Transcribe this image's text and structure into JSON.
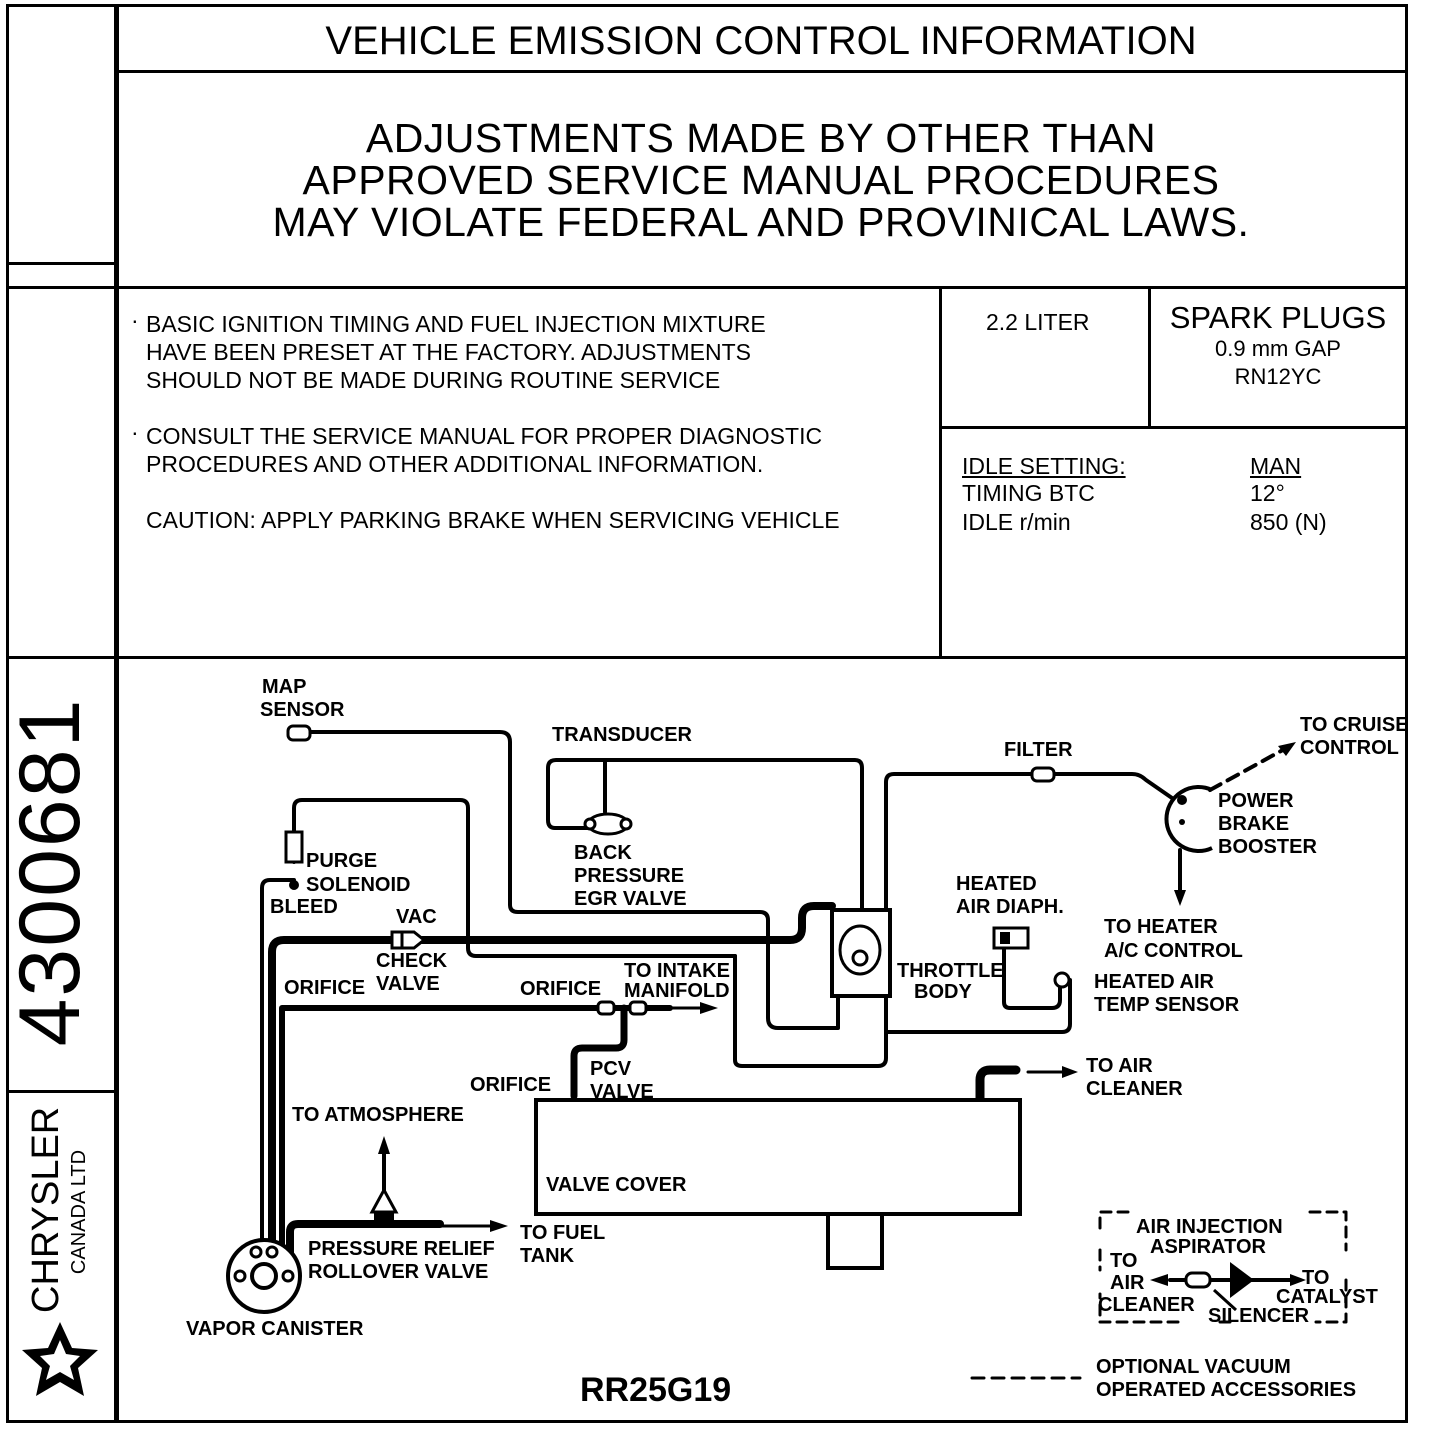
{
  "title": "VEHICLE EMISSION CONTROL INFORMATION",
  "warning": {
    "line1": "ADJUSTMENTS MADE BY OTHER THAN",
    "line2": "APPROVED SERVICE MANUAL PROCEDURES",
    "line3": "MAY VIOLATE FEDERAL AND PROVINICAL LAWS."
  },
  "notes": {
    "bullet1": [
      "BASIC IGNITION TIMING AND FUEL INJECTION MIXTURE",
      "HAVE BEEN PRESET AT THE FACTORY. ADJUSTMENTS",
      "SHOULD NOT BE MADE DURING ROUTINE SERVICE"
    ],
    "bullet2": [
      "CONSULT THE SERVICE MANUAL FOR PROPER DIAGNOSTIC",
      "PROCEDURES AND OTHER ADDITIONAL INFORMATION."
    ],
    "caution": "CAUTION: APPLY PARKING BRAKE WHEN SERVICING VEHICLE"
  },
  "engine": {
    "displacement": "2.2 LITER"
  },
  "spark_plugs": {
    "title": "SPARK PLUGS",
    "gap": "0.9 mm GAP",
    "plug": "RN12YC"
  },
  "idle": {
    "heading": "IDLE SETTING:",
    "column": "MAN",
    "rows": [
      {
        "label": "TIMING BTC",
        "value": "12°"
      },
      {
        "label": "IDLE r/min",
        "value": "850 (N)"
      }
    ]
  },
  "side": {
    "part_number": "4300681",
    "brand": "CHRYSLER",
    "brand_sub": "CANADA LTD"
  },
  "diagram": {
    "map_sensor": [
      "MAP",
      "SENSOR"
    ],
    "transducer": "TRANSDUCER",
    "filter": "FILTER",
    "to_cruise": [
      "TO CRUISE",
      "CONTROL"
    ],
    "booster": [
      "POWER",
      "BRAKE",
      "BOOSTER"
    ],
    "purge": [
      "PURGE",
      "SOLENOID"
    ],
    "bleed": "BLEED",
    "back_pressure": [
      "BACK",
      "PRESSURE",
      "EGR VALVE"
    ],
    "heated_air_diaph": [
      "HEATED",
      "AIR DIAPH."
    ],
    "to_heater": [
      "TO HEATER",
      "A/C CONTROL"
    ],
    "vac": "VAC",
    "check_valve": [
      "CHECK",
      "VALVE"
    ],
    "orifice": "ORIFICE",
    "to_intake": [
      "TO INTAKE",
      "MANIFOLD"
    ],
    "throttle": [
      "THROTTLE",
      "BODY"
    ],
    "heated_air_temp": [
      "HEATED AIR",
      "TEMP SENSOR"
    ],
    "pcv": [
      "PCV",
      "VALVE"
    ],
    "to_air_cleaner": [
      "TO AIR",
      "CLEANER"
    ],
    "to_atmosphere": "TO ATMOSPHERE",
    "valve_cover": "VALVE COVER",
    "pressure_relief": [
      "PRESSURE RELIEF",
      "ROLLOVER VALVE"
    ],
    "to_fuel": [
      "TO FUEL",
      "TANK"
    ],
    "vapor_canister": "VAPOR CANISTER",
    "air_injection": [
      "AIR INJECTION",
      "ASPIRATOR"
    ],
    "to_air_cleaner_small": [
      "TO",
      "AIR",
      "CLEANER"
    ],
    "to_catalyst": [
      "TO",
      "CATALYST"
    ],
    "silencer": "SILENCER",
    "code": "RR25G19",
    "optional": [
      "OPTIONAL VACUUM",
      "OPERATED ACCESSORIES"
    ]
  }
}
